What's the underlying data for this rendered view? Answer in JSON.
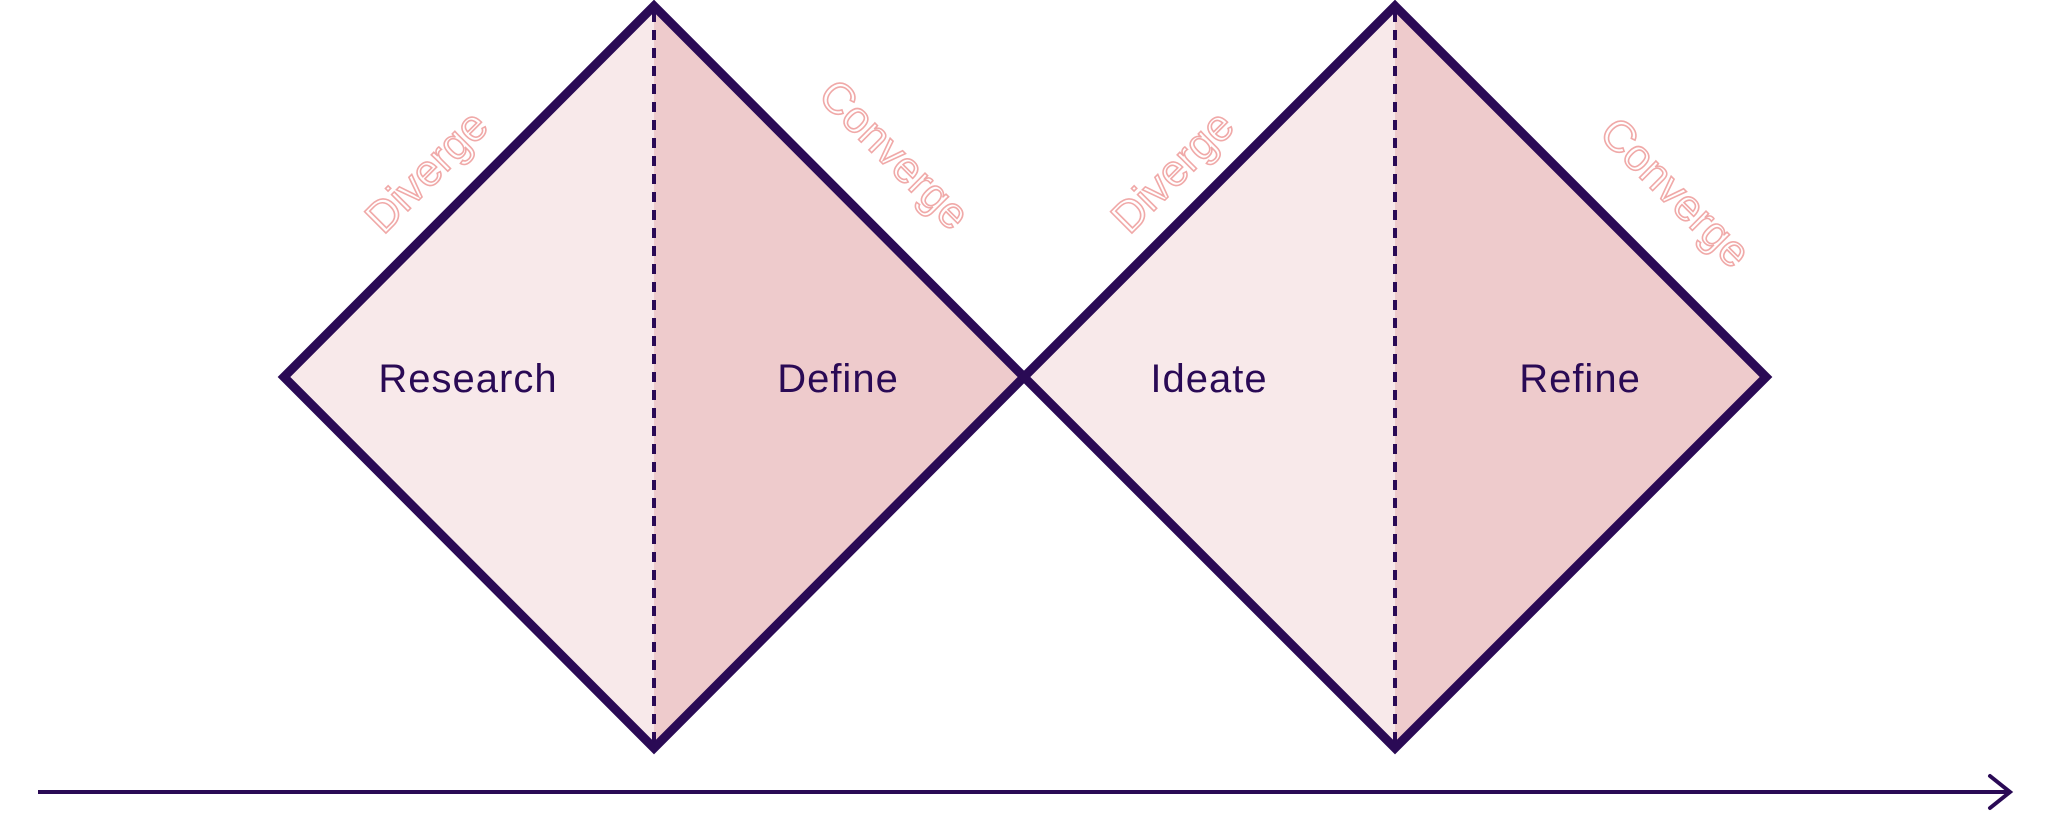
{
  "colors": {
    "outline": "#2a0a55",
    "light_fill": "#f8e9ea",
    "dark_fill": "#eecbcc",
    "side_label": "#f0a9a8",
    "phase_text": "#2a0a55",
    "background": "#ffffff"
  },
  "diamonds": [
    {
      "left_phase": "Research",
      "right_phase": "Define",
      "diverge_label": "Diverge",
      "converge_label": "Converge"
    },
    {
      "left_phase": "Ideate",
      "right_phase": "Refine",
      "diverge_label": "Diverge",
      "converge_label": "Converge"
    }
  ],
  "timeline": {
    "arrow_icon": "arrow-right-icon"
  }
}
